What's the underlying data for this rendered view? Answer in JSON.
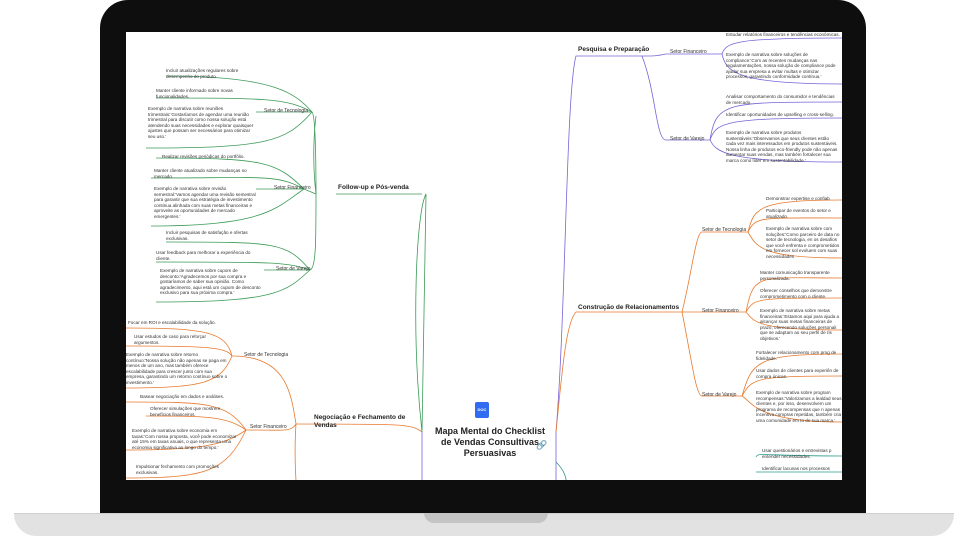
{
  "center": {
    "title": "Mapa Mental do Checklist de Vendas Consultivas Persuasivas",
    "doc_icon_label": "DOC"
  },
  "branches": {
    "followup": {
      "title": "Follow-up e Pós-venda",
      "tech": {
        "name": "Setor de Tecnologia",
        "items": [
          "Incluir atualizações regulares sobre desempenho do produto.",
          "Manter cliente informado sobre novas funcionalidades.",
          "Exemplo de narrativa sobre reuniões trimestrais:'Gostaríamos de agendar uma reunião trimestral para discutir como nossa solução está atendendo suas necessidades e explorar quaisquer ajustes que possam ser necessários para otimizar seu uso.'"
        ]
      },
      "fin": {
        "name": "Setor Financeiro",
        "items": [
          "Realizar revisões periódicas do portfólio.",
          "Manter cliente atualizado sobre mudanças no mercado.",
          "Exemplo de narrativa sobre revisão semestral:'Vamos agendar uma revisão semestral para garantir que sua estratégia de investimento continua alinhada com suas metas financeiras e aproveite as oportunidades de mercado emergentes.'"
        ]
      },
      "retail": {
        "name": "Setor de Varejo",
        "items": [
          "Incluir pesquisas de satisfação e ofertas exclusivas.",
          "Usar feedback para melhorar a experiência do cliente.",
          "Exemplo de narrativa sobre cupom de desconto:'Agradecemos por sua compra e gostaríamos de saber sua opinião. Como agradecimento, aqui está um cupom de desconto exclusivo para sua próxima compra.'"
        ]
      }
    },
    "negotiation": {
      "title": "Negociação e Fechamento de Vendas",
      "tech": {
        "name": "Setor de Tecnologia",
        "items": [
          "Focar em ROI e escalabilidade da solução.",
          "Usar estudos de caso para reforçar argumentos.",
          "Exemplo de narrativa sobre retorno contínuo:'Nossa solução não apenas se paga em menos de um ano, mas também oferece escalabilidade para crescer junto com sua empresa, garantindo um retorno contínuo sobre o investimento.'"
        ]
      },
      "fin": {
        "name": "Setor Financeiro",
        "items": [
          "Basear negociação em dados e análises.",
          "Oferecer simulações que mostrem benefícios financeiros.",
          "Exemplo de narrativa sobre economia em taxas:'Com nossa proposta, você pode economizar até 15% em taxas anuais, o que representa uma economia significativa ao longo do tempo.'",
          "Impulsionar fechamento com promoções exclusivas."
        ]
      }
    },
    "research": {
      "title": "Pesquisa e Preparação",
      "fin": {
        "name": "Setor Financeiro",
        "items": [
          "Estudar relatórios financeiros e tendências econômicas.",
          "Exemplo de narrativa sobre soluções de compliance:'Com as recentes mudanças nas regulamentações, nossa solução de compliance pode ajudar sua empresa a evitar multas e otimizar processos, garantindo conformidade contínua.'"
        ]
      },
      "retail": {
        "name": "Setor de Varejo",
        "items": [
          "Analisar comportamento do consumidor e tendências de mercado.",
          "Identificar oportunidades de upselling e cross-selling.",
          "Exemplo de narrativa sobre produtos sustentáveis:'Observamos que seus clientes estão cada vez mais interessados em produtos sustentáveis. Nossa linha de produtos eco-friendly pode não apenas aumentar suas vendas, mas também fortalecer sua marca como líder em sustentabilidade.'"
        ]
      }
    },
    "relationships": {
      "title": "Construção de Relacionamentos",
      "tech": {
        "name": "Setor de Tecnologia",
        "items": [
          "Demonstrar expertise e confiab",
          "Participar de eventos do setor e atualizado.",
          "Exemplo de narrativa sobre com soluções:'Como parceiro de data no setor de tecnologia, en os desafios que você enfrenta e comprometidos em fornecer sol evoluem com suas necessidades"
        ]
      },
      "fin": {
        "name": "Setor Financeiro",
        "items": [
          "Manter comunicação transparente personalizada.",
          "Oferecer conselhos que demonstre comprometimento com o cliente.",
          "Exemplo de narrativa sobre metas financeiras:'Estamos aqui para ajuda a alcançar suas metas financeiras de prazo, oferecendo soluções personali que se adaptam ao seu perfil de ris objetivos.'"
        ]
      },
      "retail": {
        "name": "Setor de Varejo",
        "items": [
          "Fortalecer relacionamento com prog de fidelidade.",
          "Usar dados de clientes para experiên de compra únicas.",
          "Exemplo de narrativa sobre program recompensas:'Valorizamos a lealdad seus clientes e, por isso, desenvolvem um programa de recompensas que n apenas incentiva compras repetidas, também cria uma comunidade em to de sua marca.'"
        ]
      }
    },
    "next": {
      "items": [
        "Usar questionários e entrevistas p entender necessidades.",
        "Identificar lacunas nos processos"
      ]
    }
  }
}
